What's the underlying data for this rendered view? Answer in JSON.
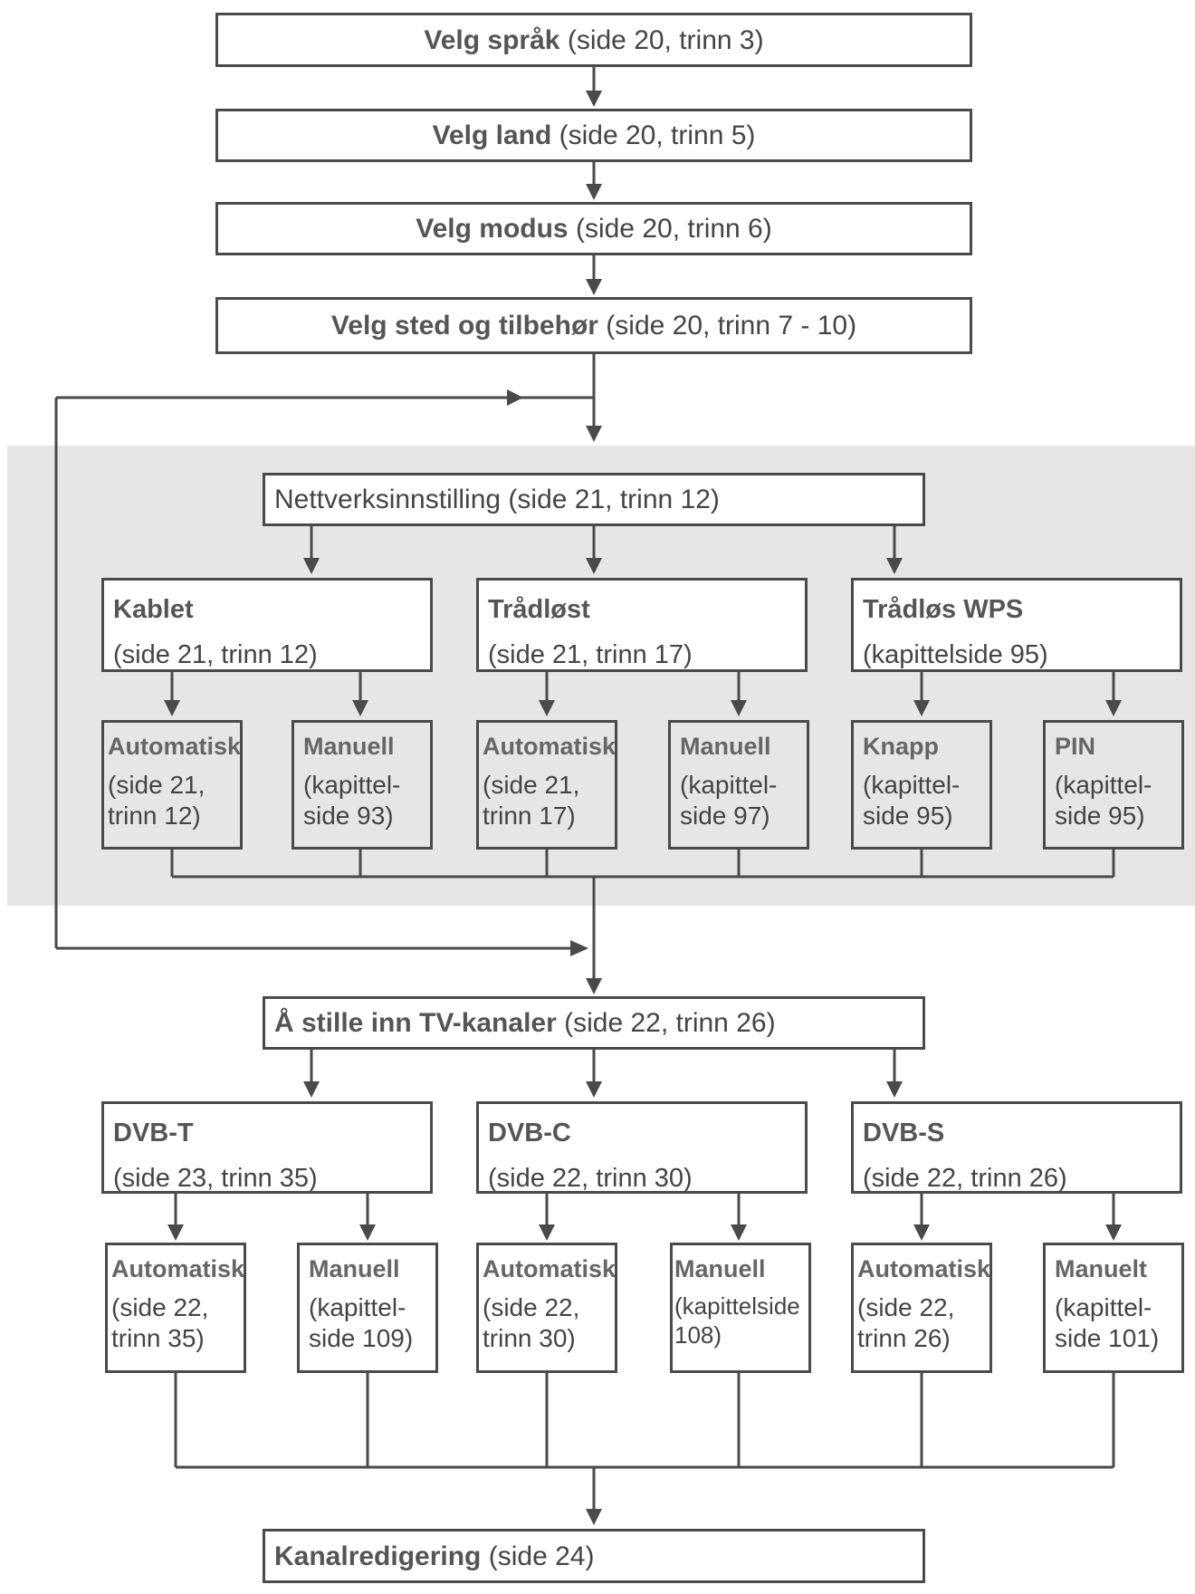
{
  "steps": [
    {
      "bold": "Velg språk",
      "ref": "(side 20, trinn 3)"
    },
    {
      "bold": "Velg land",
      "ref": "(side 20, trinn 5)"
    },
    {
      "bold": "Velg modus",
      "ref": "(side 20, trinn 6)"
    },
    {
      "bold": "Velg sted og tilbehør",
      "ref": "(side 20, trinn 7 - 10)"
    }
  ],
  "network": {
    "title": "Nettverksinnstilling (side 21, trinn 12)",
    "groups": [
      {
        "name": "Kablet",
        "ref": "(side 21, trinn 12)",
        "children": [
          {
            "name": "Automatisk",
            "ref": "(side 21,\ntrinn 12)"
          },
          {
            "name": "Manuell",
            "ref": "(kapittel-\nside 93)"
          }
        ]
      },
      {
        "name": "Trådløst",
        "ref": "(side 21, trinn 17)",
        "children": [
          {
            "name": "Automatisk",
            "ref": "(side 21,\ntrinn 17)"
          },
          {
            "name": "Manuell",
            "ref": "(kapittel-\nside 97)"
          }
        ]
      },
      {
        "name": "Trådløs WPS",
        "ref": "(kapittelside 95)",
        "children": [
          {
            "name": "Knapp",
            "ref": "(kapittel-\nside 95)"
          },
          {
            "name": "PIN",
            "ref": "(kapittel-\nside 95)"
          }
        ]
      }
    ]
  },
  "tv": {
    "bold": "Å stille inn TV-kanaler",
    "ref": "(side 22, trinn 26)",
    "groups": [
      {
        "name": "DVB-T",
        "ref": "(side 23, trinn 35)",
        "children": [
          {
            "name": "Automatisk",
            "ref": "(side 22,\ntrinn 35)"
          },
          {
            "name": "Manuell",
            "ref": "(kapittel-\nside 109)"
          }
        ]
      },
      {
        "name": "DVB-C",
        "ref": "(side 22, trinn 30)",
        "children": [
          {
            "name": "Automatisk",
            "ref": "(side 22,\ntrinn 30)"
          },
          {
            "name": "Manuell",
            "ref": "(kapittelside\n108)"
          }
        ]
      },
      {
        "name": "DVB-S",
        "ref": "(side 22, trinn 26)",
        "children": [
          {
            "name": "Automatisk",
            "ref": "(side 22,\ntrinn 26)"
          },
          {
            "name": "Manuelt",
            "ref": "(kapittel-\nside 101)"
          }
        ]
      }
    ]
  },
  "final": {
    "bold": "Kanalredigering",
    "ref": "(side 24)"
  }
}
